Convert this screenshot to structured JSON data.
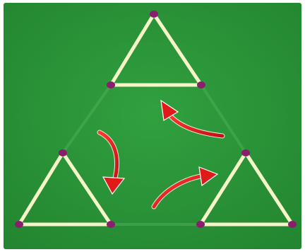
{
  "puzzle": {
    "type": "matchstick-triangles",
    "triangle_count": 3,
    "matchstick_count": 9,
    "moves_shown": 3,
    "colors": {
      "felt": "#2e9a3b",
      "felt_dark": "#1f7d2c",
      "matchstick": "#f6f4c9",
      "match_head": "#8a1d6e",
      "arrow": "#e01919",
      "ghost_outline": "#4cae53"
    },
    "icons": {
      "move": "curved-arrow-icon",
      "piece": "matchstick-icon"
    }
  }
}
